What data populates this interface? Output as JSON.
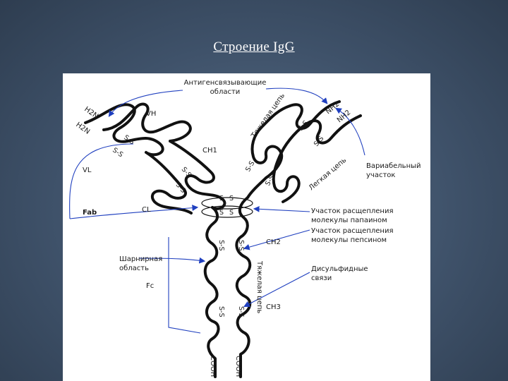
{
  "slide": {
    "title": "Строение IgG"
  },
  "diagram": {
    "top_label_line1": "Антигенсвязывающие",
    "top_label_line2": "области",
    "h2n_left_top": "H2N",
    "h2n_left_bottom": "H2N",
    "nh2_right_top": "NH2",
    "nh2_right_bottom": "NH2",
    "vh": "VH",
    "vl": "VL",
    "ch1": "CH1",
    "ch2": "CH2",
    "ch3": "CH3",
    "cl": "CL",
    "fab": "Fab",
    "fc": "Fc",
    "heavy_chain_upper": "Тяжелая цепь",
    "heavy_chain_lower": "Тяжелая цепь",
    "light_chain": "Легкая цепь",
    "variable_region_line1": "Вариабельный",
    "variable_region_line2": "участок",
    "hinge_line1": "Шарнирная",
    "hinge_line2": "область",
    "papain_line1": "Участок расщепления",
    "papain_line2": "молекулы папаином",
    "pepsin_line1": "Участок расщепления",
    "pepsin_line2": "молекулы пепсином",
    "disulfide_line1": "Дисульфидные",
    "disulfide_line2": "связи",
    "ss": "S-S",
    "s": "S",
    "cooh": "COOH",
    "line_color": "#1f3fbf"
  }
}
